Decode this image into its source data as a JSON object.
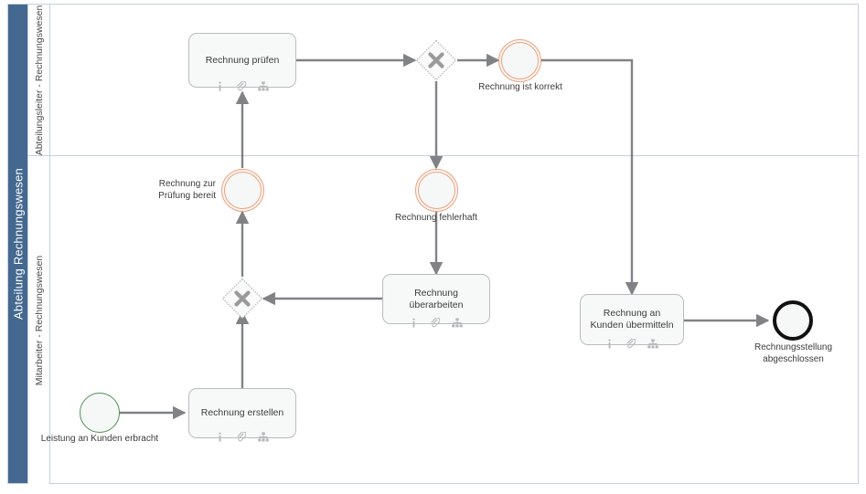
{
  "diagram": {
    "type": "bpmn-process",
    "title_visible": false,
    "colors": {
      "pool_header_bg": "#44688f",
      "pool_border": "#c3cfdd",
      "task_border": "#b9bcbe",
      "task_fill": "#f7f8f8",
      "connector": "#808285",
      "start_event_stroke": "#4f9153",
      "intermediate_event_stroke": "#f0a07a",
      "end_event_stroke": "#111111",
      "gateway_stroke": "#b9bcbe",
      "gateway_symbol": "#9a9a9a",
      "text": "#3c3c3c"
    },
    "pool": {
      "label": "Abteilung Rechnungswesen"
    },
    "lanes": [
      {
        "id": "lane-0",
        "label": "Abteilungsleiter - Rechnungswesen"
      },
      {
        "id": "lane-1",
        "label": "Mitarbeiter - Rechnungswesen"
      }
    ],
    "nodes": {
      "task_pruefen": {
        "label": "Rechnung prüfen",
        "kind": "task"
      },
      "task_ueberarbeiten": {
        "label": "Rechnung überarbeiten",
        "kind": "task"
      },
      "task_erstellen": {
        "label": "Rechnung erstellen",
        "kind": "task"
      },
      "task_uebermitteln": {
        "label": "Rechnung an Kunden\nübermitteln",
        "kind": "task"
      },
      "ev_start": {
        "label": "Leistung an Kunden erbracht",
        "kind": "start-event"
      },
      "ev_bereit": {
        "label": "Rechnung zur\nPrüfung bereit",
        "kind": "intermediate-event"
      },
      "ev_korrekt": {
        "label": "Rechnung ist korrekt",
        "kind": "intermediate-event"
      },
      "ev_fehlerhaft": {
        "label": "Rechnung fehlerhaft",
        "kind": "intermediate-event"
      },
      "ev_end": {
        "label": "Rechnungsstellung\nabgeschlossen",
        "kind": "end-event"
      },
      "gw_top": {
        "label": "",
        "kind": "exclusive-gateway"
      },
      "gw_bottom": {
        "label": "",
        "kind": "exclusive-gateway"
      }
    },
    "task_icons": [
      {
        "name": "info-icon",
        "glyph": "i"
      },
      {
        "name": "attachment-icon",
        "glyph": "paperclip"
      },
      {
        "name": "org-chart-icon",
        "glyph": "hierarchy"
      }
    ],
    "edges": [
      {
        "from": "ev_start",
        "to": "task_erstellen"
      },
      {
        "from": "task_erstellen",
        "to": "gw_bottom"
      },
      {
        "from": "gw_bottom",
        "to": "ev_bereit"
      },
      {
        "from": "ev_bereit",
        "to": "task_pruefen"
      },
      {
        "from": "task_pruefen",
        "to": "gw_top"
      },
      {
        "from": "gw_top",
        "to": "ev_korrekt"
      },
      {
        "from": "gw_top",
        "to": "ev_fehlerhaft"
      },
      {
        "from": "ev_fehlerhaft",
        "to": "task_ueberarbeiten"
      },
      {
        "from": "task_ueberarbeiten",
        "to": "gw_bottom"
      },
      {
        "from": "ev_korrekt",
        "to": "task_uebermitteln"
      },
      {
        "from": "task_uebermitteln",
        "to": "ev_end"
      }
    ]
  }
}
